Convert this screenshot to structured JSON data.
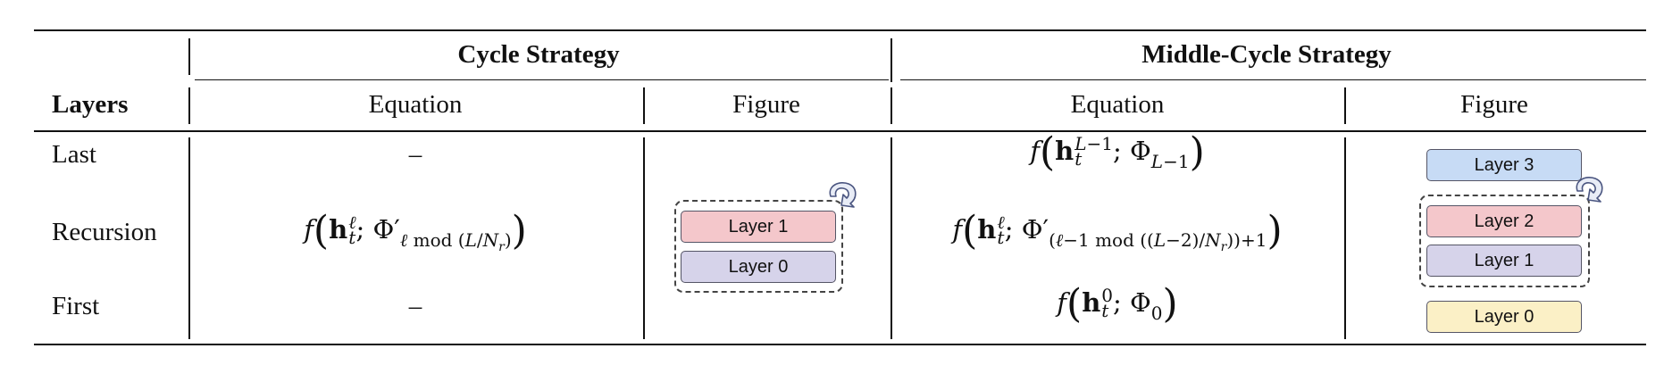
{
  "table": {
    "groups": {
      "cycle": "Cycle Strategy",
      "middle": "Middle-Cycle Strategy"
    },
    "headers": {
      "layers": "Layers",
      "cycle_equation": "Equation",
      "cycle_figure": "Figure",
      "middle_equation": "Equation",
      "middle_figure": "Figure"
    },
    "rows": [
      {
        "label": "Last",
        "cycle_equation": "–",
        "middle_equation": "f(h_t^{L−1}; Φ_{L−1})"
      },
      {
        "label": "Recursion",
        "cycle_equation": "f(h_t^ℓ; Φ′_{ℓ mod (L/N_r)})",
        "middle_equation": "f(h_t^ℓ; Φ′_{(ℓ−1 mod ((L−2)/N_r))+1})"
      },
      {
        "label": "First",
        "cycle_equation": "–",
        "middle_equation": "f(h_t^0; Φ_0)"
      }
    ],
    "cycle_figure": {
      "layers": [
        "Layer 1",
        "Layer 0"
      ]
    },
    "middle_figure": {
      "layers": [
        "Layer 3",
        "Layer 2",
        "Layer 1",
        "Layer 0"
      ]
    },
    "colors": {
      "pink": "#f4c7cb",
      "lavender": "#d6d3ea",
      "blue": "#c7dbf5",
      "yellow": "#fbf0c6"
    }
  }
}
